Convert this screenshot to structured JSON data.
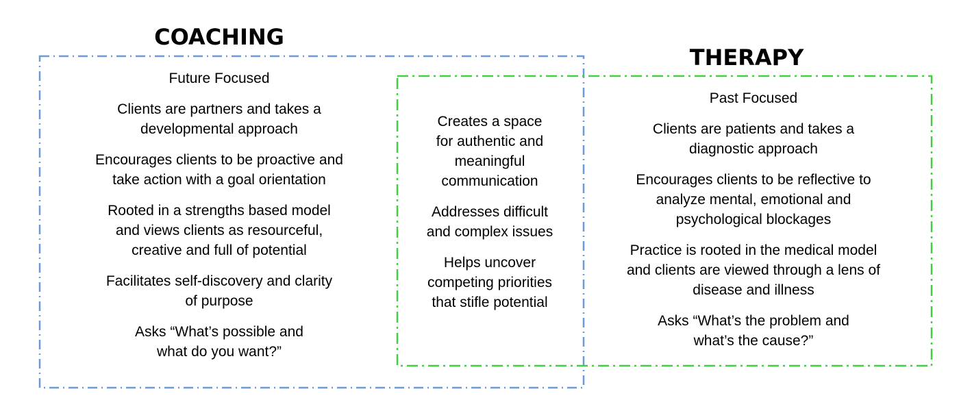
{
  "colors": {
    "coaching_border": "#6a9bd8",
    "therapy_border": "#3fcf3f",
    "text": "#000000"
  },
  "coaching": {
    "title": "COACHING",
    "items": [
      "Future Focused",
      "Clients are partners and takes a\ndevelopmental approach",
      "Encourages clients to be proactive and\ntake action with a goal orientation",
      "Rooted in a strengths based model\nand views clients as resourceful,\ncreative and full of potential",
      "Facilitates self-discovery and clarity\nof purpose",
      "Asks “What’s possible and\nwhat do you want?”"
    ]
  },
  "overlap": {
    "items": [
      "Creates a space\nfor authentic and\nmeaningful\ncommunication",
      "Addresses difficult\nand complex issues",
      "Helps uncover\ncompeting priorities\nthat stifle potential"
    ]
  },
  "therapy": {
    "title": "THERAPY",
    "items": [
      "Past Focused",
      "Clients are patients and takes a\ndiagnostic approach",
      "Encourages clients to be reflective to\nanalyze mental, emotional and\npsychological blockages",
      "Practice is rooted in the medical model\nand clients are viewed through a lens of\ndisease and illness",
      "Asks “What’s the problem and\nwhat’s the cause?”"
    ]
  }
}
